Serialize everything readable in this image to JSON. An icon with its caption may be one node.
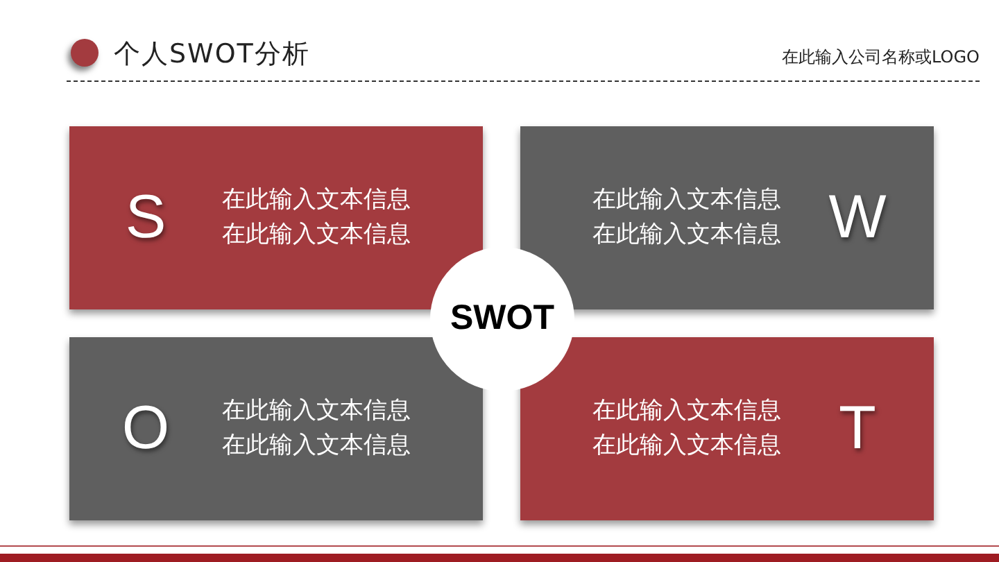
{
  "diagram": {
    "title": "个人SWOT分析",
    "nodes": [
      {
        "text": [
          "S",
          "在此输入文本信息",
          "在此输入文本信息"
        ]
      },
      {
        "text": [
          "在此输入文本信息",
          "在此输入文本信息",
          "W"
        ]
      },
      {
        "text": [
          "O",
          "在此输入文本信息",
          "在此输入文本信息"
        ]
      },
      {
        "text": [
          "在此输入文本信息",
          "在此输入文本信息",
          "T"
        ]
      },
      {
        "text": [
          "SWOT"
        ]
      }
    ],
    "labels": [
      "在此输入公司名称或LOGO"
    ]
  }
}
